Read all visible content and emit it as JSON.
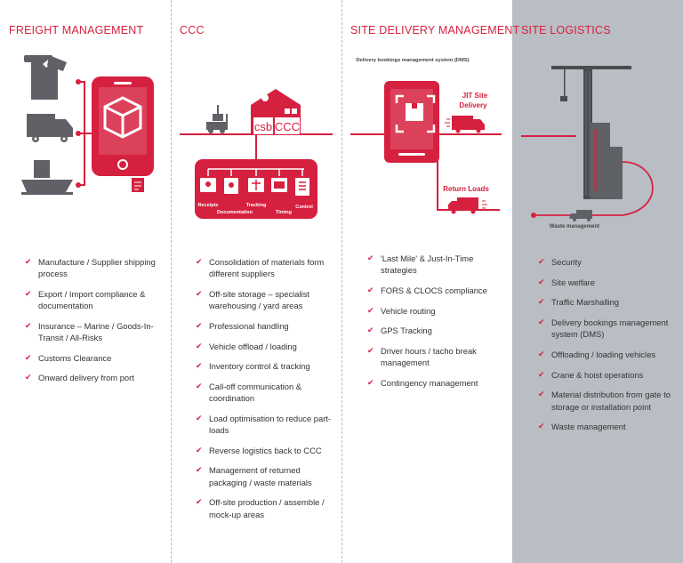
{
  "columns": [
    {
      "title": "FREIGHT MANAGEMENT",
      "items": [
        "Manufacture / Supplier shipping process",
        "Export / Import compliance & documentation",
        "Insurance – Marine / Goods-In-Transit / All-Risks",
        "Customs Clearance",
        "Onward delivery from port"
      ]
    },
    {
      "title": "CCC",
      "diagram": {
        "building_labels": [
          "csb",
          "CCC"
        ],
        "process_labels": [
          "Receipts",
          "Documentation",
          "Tracking",
          "Timing",
          "Control"
        ]
      },
      "items": [
        "Consolidation of materials form different suppliers",
        "Off-site storage – specialist warehousing / yard areas",
        "Professional handling",
        "Vehicle offload / loading",
        "Inventory control & tracking",
        "Call-off communication & coordination",
        "Load optimisation to reduce part-loads",
        "Reverse logistics back to CCC",
        "Management of returned packaging / waste materials",
        "Off-site production / assemble / mock-up areas"
      ]
    },
    {
      "title": "SITE DELIVERY MANAGEMENT",
      "diagram": {
        "system_label": "Delivery bookings management system (DMS)",
        "jit_label_line1": "JIT Site",
        "jit_label_line2": "Delivery",
        "return_label": "Return Loads"
      },
      "items": [
        "'Last Mile' & Just-In-Time strategies",
        "FORS & CLOCS compliance",
        "Vehicle routing",
        "GPS Tracking",
        "Driver hours / tacho break management",
        "Contingency management"
      ]
    },
    {
      "title": "SITE LOGISTICS",
      "diagram": {
        "waste_label": "Waste management"
      },
      "items": [
        "Security",
        "Site welfare",
        "Traffic Marshalling",
        "Delivery bookings management system (DMS)",
        "Offloading / loading vehicles",
        "Crane & hoist operations",
        "Material distribution from gate to storage or installation point",
        "Waste management"
      ]
    }
  ],
  "colors": {
    "accent": "#d6203f",
    "icon_grey": "#5f6166",
    "panel_grey": "#b9bec4"
  }
}
